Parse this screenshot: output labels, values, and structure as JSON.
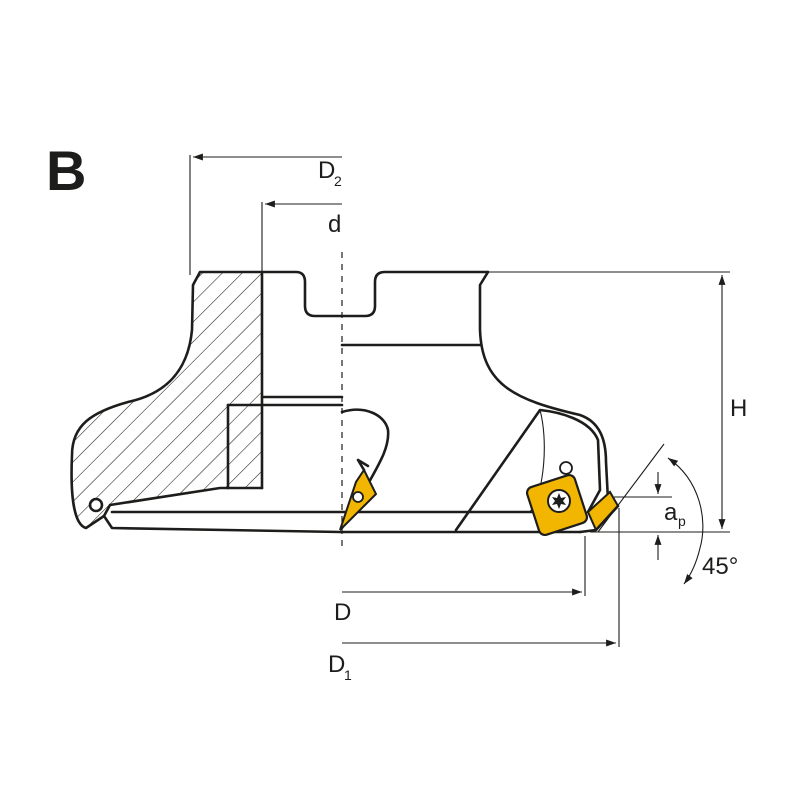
{
  "figure": {
    "view_label": "B",
    "dimensions": {
      "D2": {
        "main": "D",
        "sub": "2"
      },
      "d": {
        "main": "d"
      },
      "H": {
        "main": "H"
      },
      "ap": {
        "main": "a",
        "sub": "p"
      },
      "angle": {
        "main": "45°"
      },
      "D": {
        "main": "D"
      },
      "D1": {
        "main": "D",
        "sub": "1"
      }
    },
    "colors": {
      "line": "#1d1d1b",
      "insert": "#f2b600",
      "background": "#ffffff"
    }
  }
}
